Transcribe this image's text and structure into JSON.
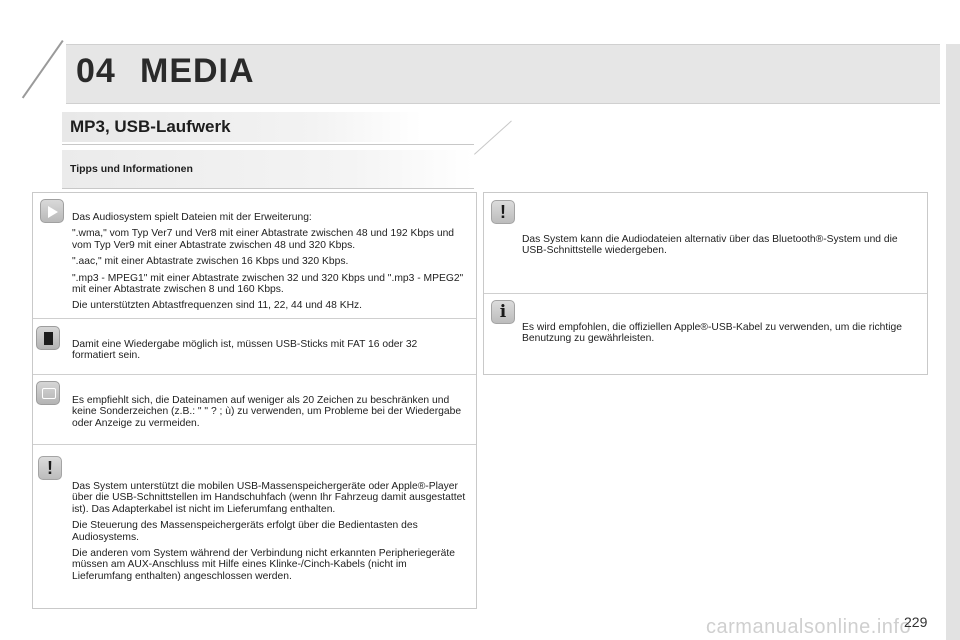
{
  "header": {
    "chapter_number": "04",
    "chapter_title": "MEDIA"
  },
  "section": {
    "title": "MP3, USB-Laufwerk",
    "subtitle": "Tipps und Informationen"
  },
  "left_blocks": [
    {
      "icon": "tip-arrow-icon",
      "paragraphs": [
        "Das Audiosystem spielt Dateien mit der Erweiterung:",
        "\".wma,\" vom Typ Ver7 und Ver8 mit einer Abtastrate zwischen 48 und 192 Kbps und vom Typ Ver9 mit einer Abtastrate zwischen 48 und 320 Kbps.",
        "\".aac,\" mit einer Abtastrate zwischen 16 Kbps und 320 Kbps.",
        "\".mp3 - MPEG1\" mit einer Abtastrate zwischen 32 und 320 Kbps und \".mp3 - MPEG2\" mit einer Abtastrate zwischen 8 und 160 Kbps.",
        "Die unterstützten Abtastfrequenzen sind 11, 22, 44 und 48 KHz."
      ]
    },
    {
      "icon": "usb-stick-icon",
      "paragraphs": [
        "Damit eine Wiedergabe möglich ist, müssen USB-Sticks mit FAT 16 oder 32 formatiert sein."
      ]
    },
    {
      "icon": "display-icon",
      "paragraphs": [
        "Es empfiehlt sich, die Dateinamen auf weniger als 20 Zeichen zu beschränken und keine Sonderzeichen (z.B.: \" \" ? ; ù) zu verwenden, um Probleme bei der Wiedergabe oder Anzeige zu vermeiden."
      ]
    },
    {
      "icon": "warning-icon",
      "paragraphs": [
        "Das System unterstützt die mobilen USB-Massenspeichergeräte oder Apple®-Player über die USB-Schnittstellen im Handschuhfach (wenn Ihr Fahrzeug damit ausgestattet ist). Das Adapterkabel ist nicht im Lieferumfang enthalten.",
        "Die Steuerung des Massenspeichergeräts erfolgt über die Bedientasten des Audiosystems.",
        "Die anderen vom System während der Verbindung nicht erkannten Peripheriegeräte müssen am AUX-Anschluss mit Hilfe eines Klinke-/Cinch-Kabels (nicht im Lieferumfang enthalten) angeschlossen werden."
      ]
    }
  ],
  "right_blocks": [
    {
      "icon": "warning-icon",
      "icon_glyph": "!",
      "paragraphs": [
        "Das System kann die Audiodateien alternativ über das Bluetooth®-System und die USB-Schnittstelle wiedergeben."
      ]
    },
    {
      "icon": "info-icon",
      "icon_glyph": "i",
      "paragraphs": [
        "Es wird empfohlen, die offiziellen Apple®-USB-Kabel zu verwenden, um die richtige Benutzung zu gewährleisten."
      ]
    }
  ],
  "warning_glyph": "!",
  "page_number": "229",
  "watermark": "carmanualsonline.info"
}
